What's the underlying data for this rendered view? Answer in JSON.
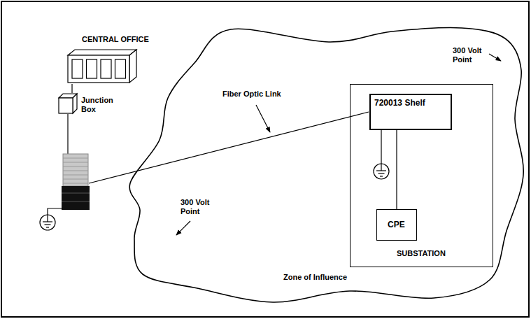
{
  "diagram": {
    "nodes": [
      {
        "text": [
          "CENTRAL OFFICE"
        ]
      },
      {
        "text": [
          "Junction Box"
        ]
      },
      {
        "text": [
          "Zone of Influence"
        ]
      },
      {
        "text": [
          "SUBSTATION"
        ],
        "in": 2
      },
      {
        "text": [
          "720013 Shelf"
        ],
        "in": 3
      },
      {
        "text": [
          "CPE"
        ],
        "in": 3
      }
    ],
    "edges": [
      {
        "from": 0,
        "to": 1,
        "arrow": "none"
      },
      {
        "from": 4,
        "to": 5,
        "arrow": "none"
      }
    ],
    "labels": [
      "300 Volt Point",
      "300 Volt Point",
      "Fiber Optic Link"
    ]
  }
}
